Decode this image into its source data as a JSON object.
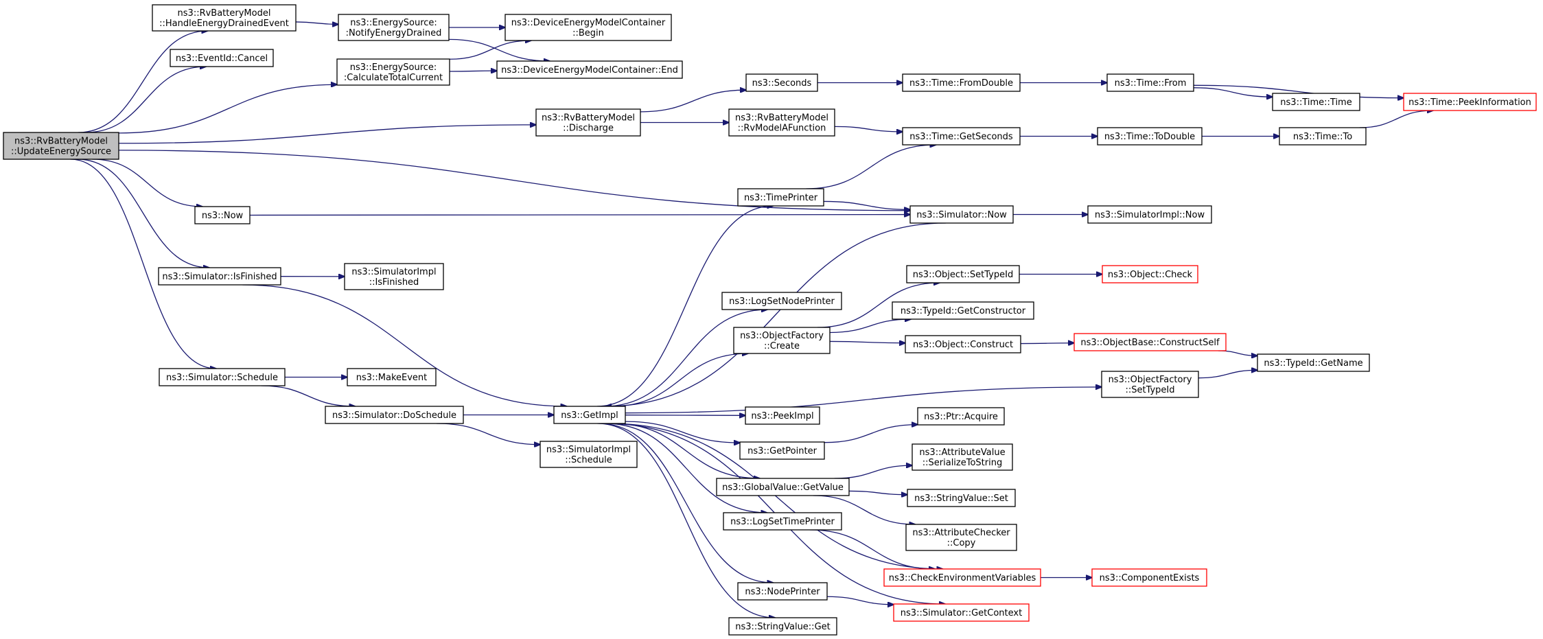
{
  "colors": {
    "edge": "#191970",
    "root_fill": "#bfbfbf",
    "truncated_border": "#ff0000"
  },
  "nodes": [
    {
      "id": "root",
      "lines": [
        "ns3::RvBatteryModel",
        "::UpdateEnergySource"
      ],
      "root": true
    },
    {
      "id": "handle",
      "lines": [
        "ns3::RvBatteryModel",
        "::HandleEnergyDrainedEvent"
      ]
    },
    {
      "id": "evcancel",
      "lines": [
        "ns3::EventId::Cancel"
      ]
    },
    {
      "id": "notify",
      "lines": [
        "ns3::EnergySource:",
        ":NotifyEnergyDrained"
      ]
    },
    {
      "id": "calc",
      "lines": [
        "ns3::EnergySource:",
        ":CalculateTotalCurrent"
      ]
    },
    {
      "id": "begin",
      "lines": [
        "ns3::DeviceEnergyModelContainer",
        "::Begin"
      ]
    },
    {
      "id": "end",
      "lines": [
        "ns3::DeviceEnergyModelContainer::End"
      ]
    },
    {
      "id": "discharge",
      "lines": [
        "ns3::RvBatteryModel",
        "::Discharge"
      ]
    },
    {
      "id": "seconds",
      "lines": [
        "ns3::Seconds"
      ]
    },
    {
      "id": "fromdouble",
      "lines": [
        "ns3::Time::FromDouble"
      ]
    },
    {
      "id": "from",
      "lines": [
        "ns3::Time::From"
      ]
    },
    {
      "id": "timetime",
      "lines": [
        "ns3::Time::Time"
      ]
    },
    {
      "id": "peek",
      "lines": [
        "ns3::Time::PeekInformation"
      ],
      "truncated": true
    },
    {
      "id": "rvmodel",
      "lines": [
        "ns3::RvBatteryModel",
        "::RvModelAFunction"
      ]
    },
    {
      "id": "getseconds",
      "lines": [
        "ns3::Time::GetSeconds"
      ]
    },
    {
      "id": "todouble",
      "lines": [
        "ns3::Time::ToDouble"
      ]
    },
    {
      "id": "timeto",
      "lines": [
        "ns3::Time::To"
      ]
    },
    {
      "id": "timeprinter",
      "lines": [
        "ns3::TimePrinter"
      ]
    },
    {
      "id": "now",
      "lines": [
        "ns3::Now"
      ]
    },
    {
      "id": "simnow",
      "lines": [
        "ns3::Simulator::Now"
      ]
    },
    {
      "id": "simimplnow",
      "lines": [
        "ns3::SimulatorImpl::Now"
      ]
    },
    {
      "id": "isfinished",
      "lines": [
        "ns3::Simulator::IsFinished"
      ]
    },
    {
      "id": "implisfinished",
      "lines": [
        "ns3::SimulatorImpl",
        "::IsFinished"
      ]
    },
    {
      "id": "objsettypeid",
      "lines": [
        "ns3::Object::SetTypeId"
      ]
    },
    {
      "id": "objcheck",
      "lines": [
        "ns3::Object::Check"
      ],
      "truncated": true
    },
    {
      "id": "lognodeprinter",
      "lines": [
        "ns3::LogSetNodePrinter"
      ]
    },
    {
      "id": "getconstructor",
      "lines": [
        "ns3::TypeId::GetConstructor"
      ]
    },
    {
      "id": "factcreate",
      "lines": [
        "ns3::ObjectFactory",
        "::Create"
      ]
    },
    {
      "id": "objconstruct",
      "lines": [
        "ns3::Object::Construct"
      ]
    },
    {
      "id": "constructself",
      "lines": [
        "ns3::ObjectBase::ConstructSelf"
      ],
      "truncated": true
    },
    {
      "id": "getname",
      "lines": [
        "ns3::TypeId::GetName"
      ]
    },
    {
      "id": "schedule",
      "lines": [
        "ns3::Simulator::Schedule"
      ]
    },
    {
      "id": "makeevent",
      "lines": [
        "ns3::MakeEvent"
      ]
    },
    {
      "id": "factsettypeid",
      "lines": [
        "ns3::ObjectFactory",
        "::SetTypeId"
      ]
    },
    {
      "id": "doschedule",
      "lines": [
        "ns3::Simulator::DoSchedule"
      ]
    },
    {
      "id": "getimpl",
      "lines": [
        "ns3::GetImpl"
      ]
    },
    {
      "id": "peekimpl",
      "lines": [
        "ns3::PeekImpl"
      ]
    },
    {
      "id": "ptracquire",
      "lines": [
        "ns3::Ptr::Acquire"
      ]
    },
    {
      "id": "implschedule",
      "lines": [
        "ns3::SimulatorImpl",
        "::Schedule"
      ]
    },
    {
      "id": "getpointer",
      "lines": [
        "ns3::GetPointer"
      ]
    },
    {
      "id": "serialize",
      "lines": [
        "ns3::AttributeValue",
        "::SerializeToString"
      ]
    },
    {
      "id": "gvgetvalue",
      "lines": [
        "ns3::GlobalValue::GetValue"
      ]
    },
    {
      "id": "svset",
      "lines": [
        "ns3::StringValue::Set"
      ]
    },
    {
      "id": "logtimeprinter",
      "lines": [
        "ns3::LogSetTimePrinter"
      ]
    },
    {
      "id": "checkercopy",
      "lines": [
        "ns3::AttributeChecker",
        "::Copy"
      ]
    },
    {
      "id": "checkenv",
      "lines": [
        "ns3::CheckEnvironmentVariables"
      ],
      "truncated": true
    },
    {
      "id": "compexists",
      "lines": [
        "ns3::ComponentExists"
      ],
      "truncated": true
    },
    {
      "id": "nodeprinter",
      "lines": [
        "ns3::NodePrinter"
      ]
    },
    {
      "id": "getcontext",
      "lines": [
        "ns3::Simulator::GetContext"
      ],
      "truncated": true
    },
    {
      "id": "svget",
      "lines": [
        "ns3::StringValue::Get"
      ]
    }
  ],
  "edges": [
    [
      "root",
      "handle"
    ],
    [
      "root",
      "evcancel"
    ],
    [
      "root",
      "calc"
    ],
    [
      "root",
      "discharge"
    ],
    [
      "root",
      "simnow"
    ],
    [
      "root",
      "now"
    ],
    [
      "root",
      "isfinished"
    ],
    [
      "root",
      "schedule"
    ],
    [
      "handle",
      "notify"
    ],
    [
      "notify",
      "begin"
    ],
    [
      "notify",
      "end"
    ],
    [
      "calc",
      "begin"
    ],
    [
      "calc",
      "end"
    ],
    [
      "discharge",
      "seconds"
    ],
    [
      "discharge",
      "rvmodel"
    ],
    [
      "seconds",
      "fromdouble"
    ],
    [
      "fromdouble",
      "from"
    ],
    [
      "from",
      "peek"
    ],
    [
      "from",
      "timetime"
    ],
    [
      "rvmodel",
      "getseconds"
    ],
    [
      "getseconds",
      "todouble"
    ],
    [
      "todouble",
      "timeto"
    ],
    [
      "timeto",
      "peek"
    ],
    [
      "timeprinter",
      "getseconds"
    ],
    [
      "timeprinter",
      "simnow"
    ],
    [
      "now",
      "simnow"
    ],
    [
      "simnow",
      "simimplnow"
    ],
    [
      "simnow",
      "getimpl"
    ],
    [
      "isfinished",
      "implisfinished"
    ],
    [
      "isfinished",
      "getimpl"
    ],
    [
      "schedule",
      "makeevent"
    ],
    [
      "schedule",
      "doschedule"
    ],
    [
      "doschedule",
      "getimpl"
    ],
    [
      "doschedule",
      "implschedule"
    ],
    [
      "getimpl",
      "timeprinter"
    ],
    [
      "getimpl",
      "lognodeprinter"
    ],
    [
      "getimpl",
      "factcreate"
    ],
    [
      "getimpl",
      "factsettypeid"
    ],
    [
      "getimpl",
      "peekimpl"
    ],
    [
      "getimpl",
      "getpointer"
    ],
    [
      "getimpl",
      "gvgetvalue"
    ],
    [
      "getimpl",
      "logtimeprinter"
    ],
    [
      "getimpl",
      "nodeprinter"
    ],
    [
      "getimpl",
      "svget"
    ],
    [
      "getimpl",
      "checkenv"
    ],
    [
      "getimpl",
      "getcontext"
    ],
    [
      "factcreate",
      "objsettypeid"
    ],
    [
      "factcreate",
      "getconstructor"
    ],
    [
      "factcreate",
      "objconstruct"
    ],
    [
      "objsettypeid",
      "objcheck"
    ],
    [
      "objconstruct",
      "constructself"
    ],
    [
      "constructself",
      "getname"
    ],
    [
      "factsettypeid",
      "getname"
    ],
    [
      "getpointer",
      "ptracquire"
    ],
    [
      "gvgetvalue",
      "serialize"
    ],
    [
      "gvgetvalue",
      "svset"
    ],
    [
      "gvgetvalue",
      "checkercopy"
    ],
    [
      "logtimeprinter",
      "checkenv"
    ],
    [
      "checkenv",
      "compexists"
    ],
    [
      "nodeprinter",
      "getcontext"
    ]
  ]
}
